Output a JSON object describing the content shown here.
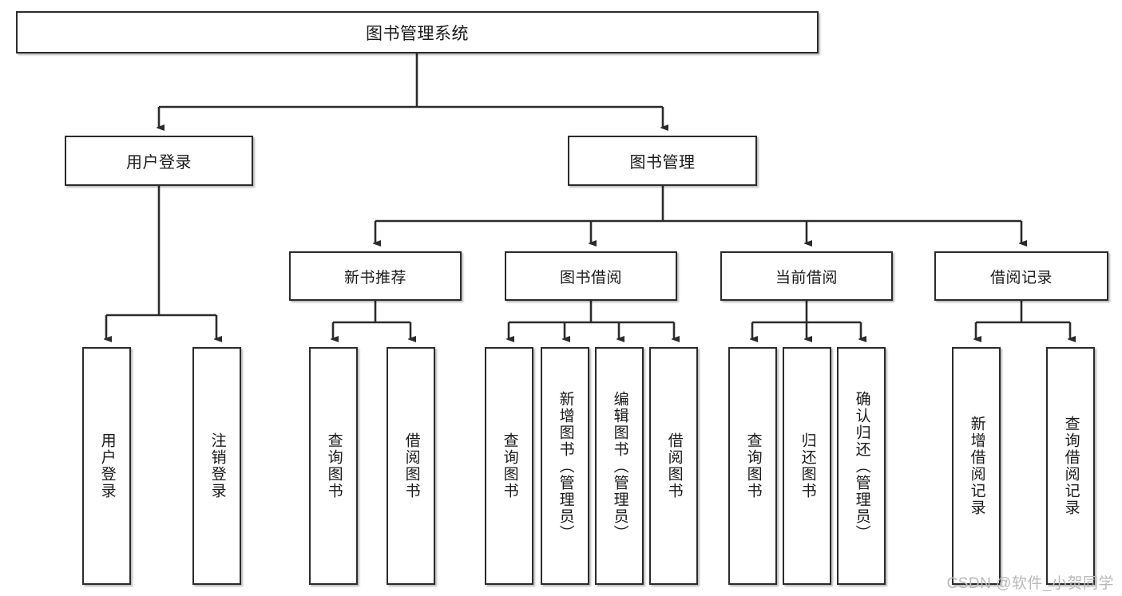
{
  "diagram": {
    "title": "图书管理系统",
    "type": "tree-hierarchy-function-structure",
    "root": {
      "id": "root",
      "label": "图书管理系统"
    },
    "level1": [
      {
        "id": "user-login",
        "label": "用户登录"
      },
      {
        "id": "book-manage",
        "label": "图书管理"
      }
    ],
    "level2": [
      {
        "id": "new-book-recommend",
        "label": "新书推荐",
        "parent": "book-manage"
      },
      {
        "id": "book-borrow",
        "label": "图书借阅",
        "parent": "book-manage"
      },
      {
        "id": "current-borrow",
        "label": "当前借阅",
        "parent": "book-manage"
      },
      {
        "id": "borrow-record",
        "label": "借阅记录",
        "parent": "book-manage"
      }
    ],
    "leaves": [
      {
        "id": "leaf-user-login",
        "label": "用户登录",
        "parent": "user-login"
      },
      {
        "id": "leaf-user-logout",
        "label": "注销登录",
        "parent": "user-login"
      },
      {
        "id": "leaf-query-book-1",
        "label": "查询图书",
        "parent": "new-book-recommend"
      },
      {
        "id": "leaf-borrow-book-1",
        "label": "借阅图书",
        "parent": "new-book-recommend"
      },
      {
        "id": "leaf-query-book-2",
        "label": "查询图书",
        "parent": "book-borrow"
      },
      {
        "id": "leaf-add-book",
        "label": "新增图书（管理员）",
        "parent": "book-borrow"
      },
      {
        "id": "leaf-edit-book",
        "label": "编辑图书（管理员）",
        "parent": "book-borrow"
      },
      {
        "id": "leaf-borrow-book-2",
        "label": "借阅图书",
        "parent": "book-borrow"
      },
      {
        "id": "leaf-query-book-3",
        "label": "查询图书",
        "parent": "current-borrow"
      },
      {
        "id": "leaf-return-book",
        "label": "归还图书",
        "parent": "current-borrow"
      },
      {
        "id": "leaf-confirm-return",
        "label": "确认归还（管理员）",
        "parent": "current-borrow"
      },
      {
        "id": "leaf-add-record",
        "label": "新增借阅记录",
        "parent": "borrow-record"
      },
      {
        "id": "leaf-query-record",
        "label": "查询借阅记录",
        "parent": "borrow-record"
      }
    ],
    "watermark": "CSDN @软件_小贺同学",
    "colors": {
      "border": "#2b2b2b",
      "background": "#ffffff",
      "text": "#1a1a1a",
      "connector": "#2b2b2b",
      "watermark": "#b9b9b9"
    }
  }
}
